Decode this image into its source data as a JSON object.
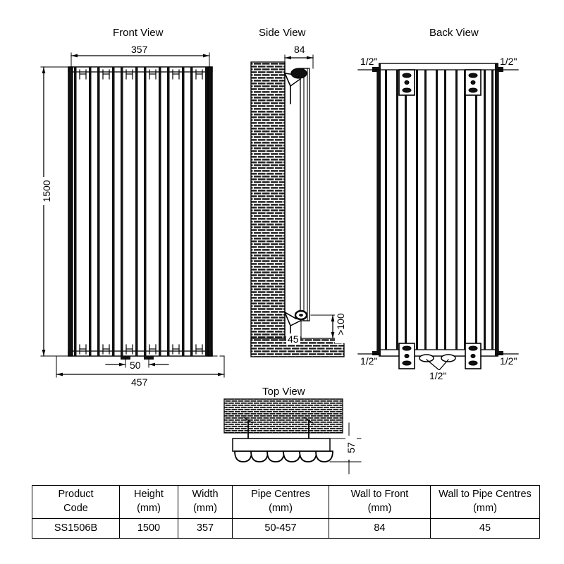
{
  "drawing": {
    "views": [
      {
        "key": "front",
        "title": "Front View"
      },
      {
        "key": "side",
        "title": "Side View"
      },
      {
        "key": "back",
        "title": "Back View"
      },
      {
        "key": "top",
        "title": "Top View"
      }
    ],
    "dimensions": {
      "front_width_top": "357",
      "front_height": "1500",
      "front_pipe_centres_inner": "50",
      "front_overall_width": "457",
      "side_depth": "84",
      "side_wall_to_pipe_centres": "45",
      "side_floor_clearance": ">100",
      "top_projection": "57"
    },
    "annotations": {
      "back_top_left_port": "1/2\"",
      "back_top_right_port": "1/2\"",
      "back_bottom_left_port": "1/2\"",
      "back_bottom_right_port": "1/2\"",
      "back_bottom_centre_ports": "1/2\""
    },
    "colors": {
      "line": "#000000",
      "background": "#ffffff",
      "hatch": "#000000"
    },
    "fin_count": 6,
    "tube_count": 6
  },
  "table": {
    "headers": [
      {
        "line1": "Product",
        "line2": "Code"
      },
      {
        "line1": "Height",
        "line2": "(mm)"
      },
      {
        "line1": "Width",
        "line2": "(mm)"
      },
      {
        "line1": "Pipe Centres",
        "line2": "(mm)"
      },
      {
        "line1": "Wall to Front",
        "line2": "(mm)"
      },
      {
        "line1": "Wall to Pipe Centres",
        "line2": "(mm)"
      }
    ],
    "rows": [
      {
        "product_code": "SS1506B",
        "height": "1500",
        "width": "357",
        "pipe_centres": "50-457",
        "wall_to_front": "84",
        "wall_to_pipe_centres": "45"
      }
    ]
  }
}
